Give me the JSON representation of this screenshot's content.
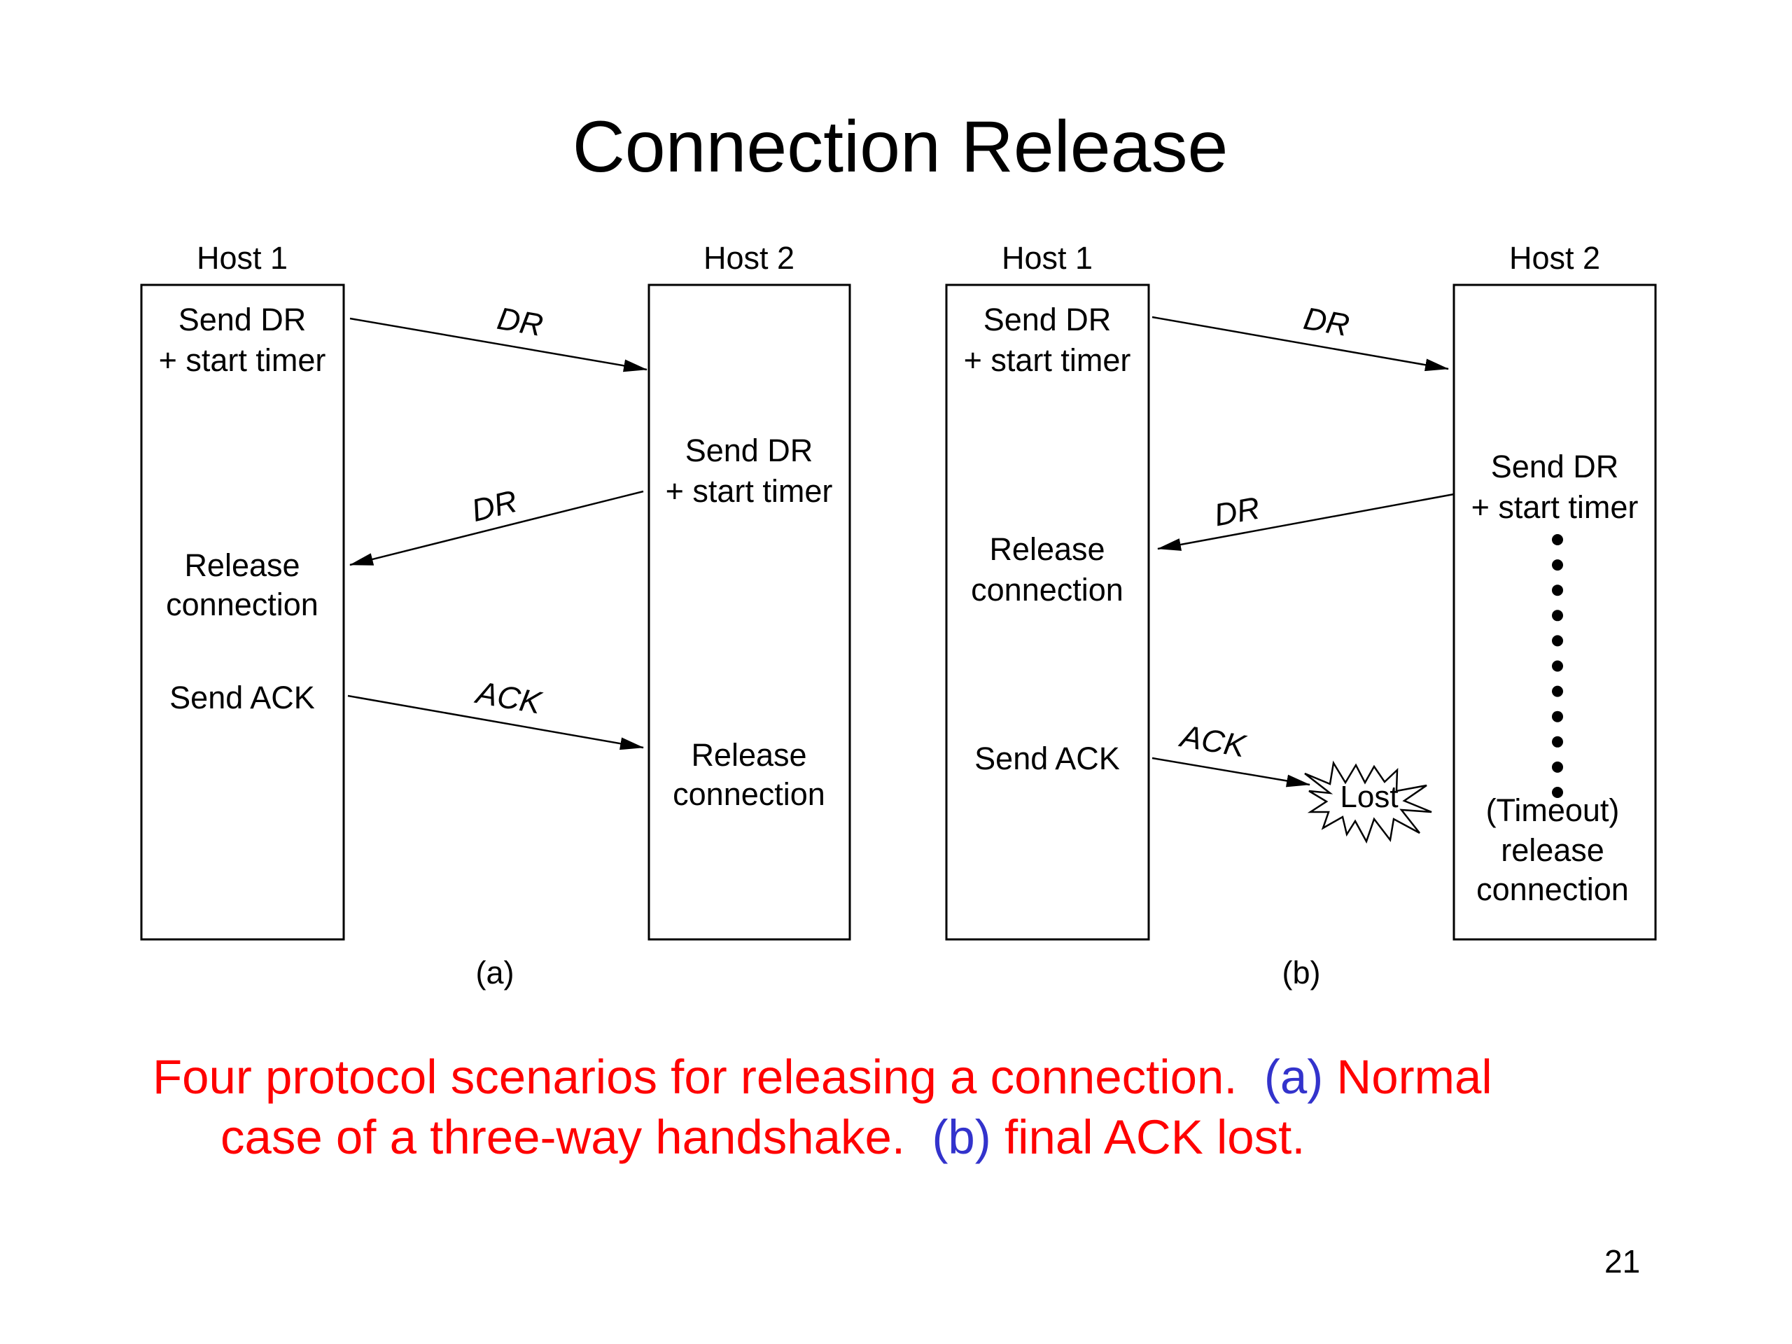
{
  "slide": {
    "title": "Connection Release",
    "page_number": "21"
  },
  "diagram_a": {
    "label": "(a)",
    "host1": {
      "name": "Host 1",
      "events": [
        "Send DR",
        "+ start timer",
        "Release",
        "connection",
        "Send ACK"
      ]
    },
    "host2": {
      "name": "Host 2",
      "events": [
        "Send DR",
        "+ start timer",
        "Release",
        "connection"
      ]
    },
    "messages": [
      "DR",
      "DR",
      "ACK"
    ]
  },
  "diagram_b": {
    "label": "(b)",
    "host1": {
      "name": "Host 1",
      "events": [
        "Send DR",
        "+ start timer",
        "Release",
        "connection",
        "Send ACK"
      ]
    },
    "host2": {
      "name": "Host 2",
      "events": [
        "Send DR",
        "+ start timer",
        "(Timeout)",
        "release",
        "connection"
      ]
    },
    "messages": [
      "DR",
      "DR",
      "ACK"
    ],
    "lost_label": "Lost"
  },
  "caption": {
    "line1_text": "Four protocol scenarios for releasing a connection.",
    "line1_ref": "(a)",
    "line1_rest": " Normal",
    "line2_text": "case of a three-way handshake.",
    "line2_ref": "(b)",
    "line2_rest": " final ACK lost.",
    "text_color": "#ff0000",
    "ref_color": "#3333cc"
  }
}
